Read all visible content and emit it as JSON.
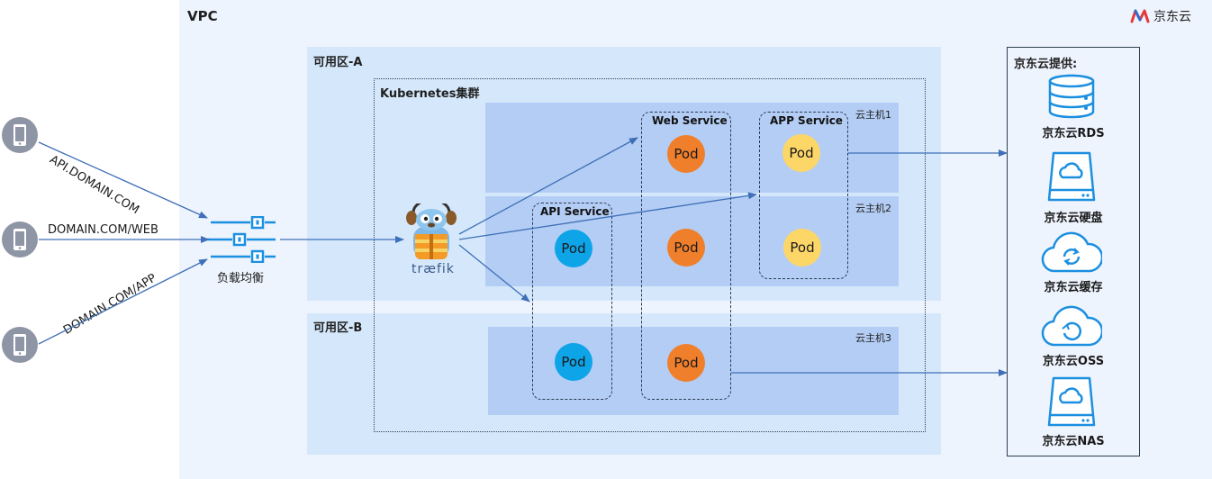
{
  "vpc": {
    "title": "VPC"
  },
  "logo": {
    "brand": "京东云"
  },
  "zones": [
    {
      "title": "可用区-A"
    },
    {
      "title": "可用区-B"
    }
  ],
  "cluster": {
    "title": "Kubernetes集群"
  },
  "hosts": [
    {
      "label": "云主机1"
    },
    {
      "label": "云主机2"
    },
    {
      "label": "云主机3"
    }
  ],
  "services": {
    "web": {
      "title": "Web Service"
    },
    "app": {
      "title": "APP Service"
    },
    "api": {
      "title": "API Service"
    }
  },
  "pod_label": "Pod",
  "clients": {
    "routes": [
      "API.DOMAIN.COM",
      "DOMAIN.COM/WEB",
      "DOMAIN.COM/APP"
    ]
  },
  "load_balancer": {
    "label": "负载均衡"
  },
  "ingress": {
    "label": "træfik"
  },
  "jdcloud": {
    "title": "京东云提供:",
    "items": [
      {
        "label": "京东云RDS",
        "icon": "database-icon"
      },
      {
        "label": "京东云硬盘",
        "icon": "disk-icon"
      },
      {
        "label": "京东云缓存",
        "icon": "cache-cloud-icon"
      },
      {
        "label": "京东云OSS",
        "icon": "oss-cloud-icon"
      },
      {
        "label": "京东云NAS",
        "icon": "nas-icon"
      }
    ]
  },
  "colors": {
    "accent": "#1b8fe0",
    "pod_blue": "#0ea4e8",
    "pod_orange": "#f07f2c",
    "pod_yellow": "#fdd668",
    "arrow": "#3f6fb8"
  }
}
